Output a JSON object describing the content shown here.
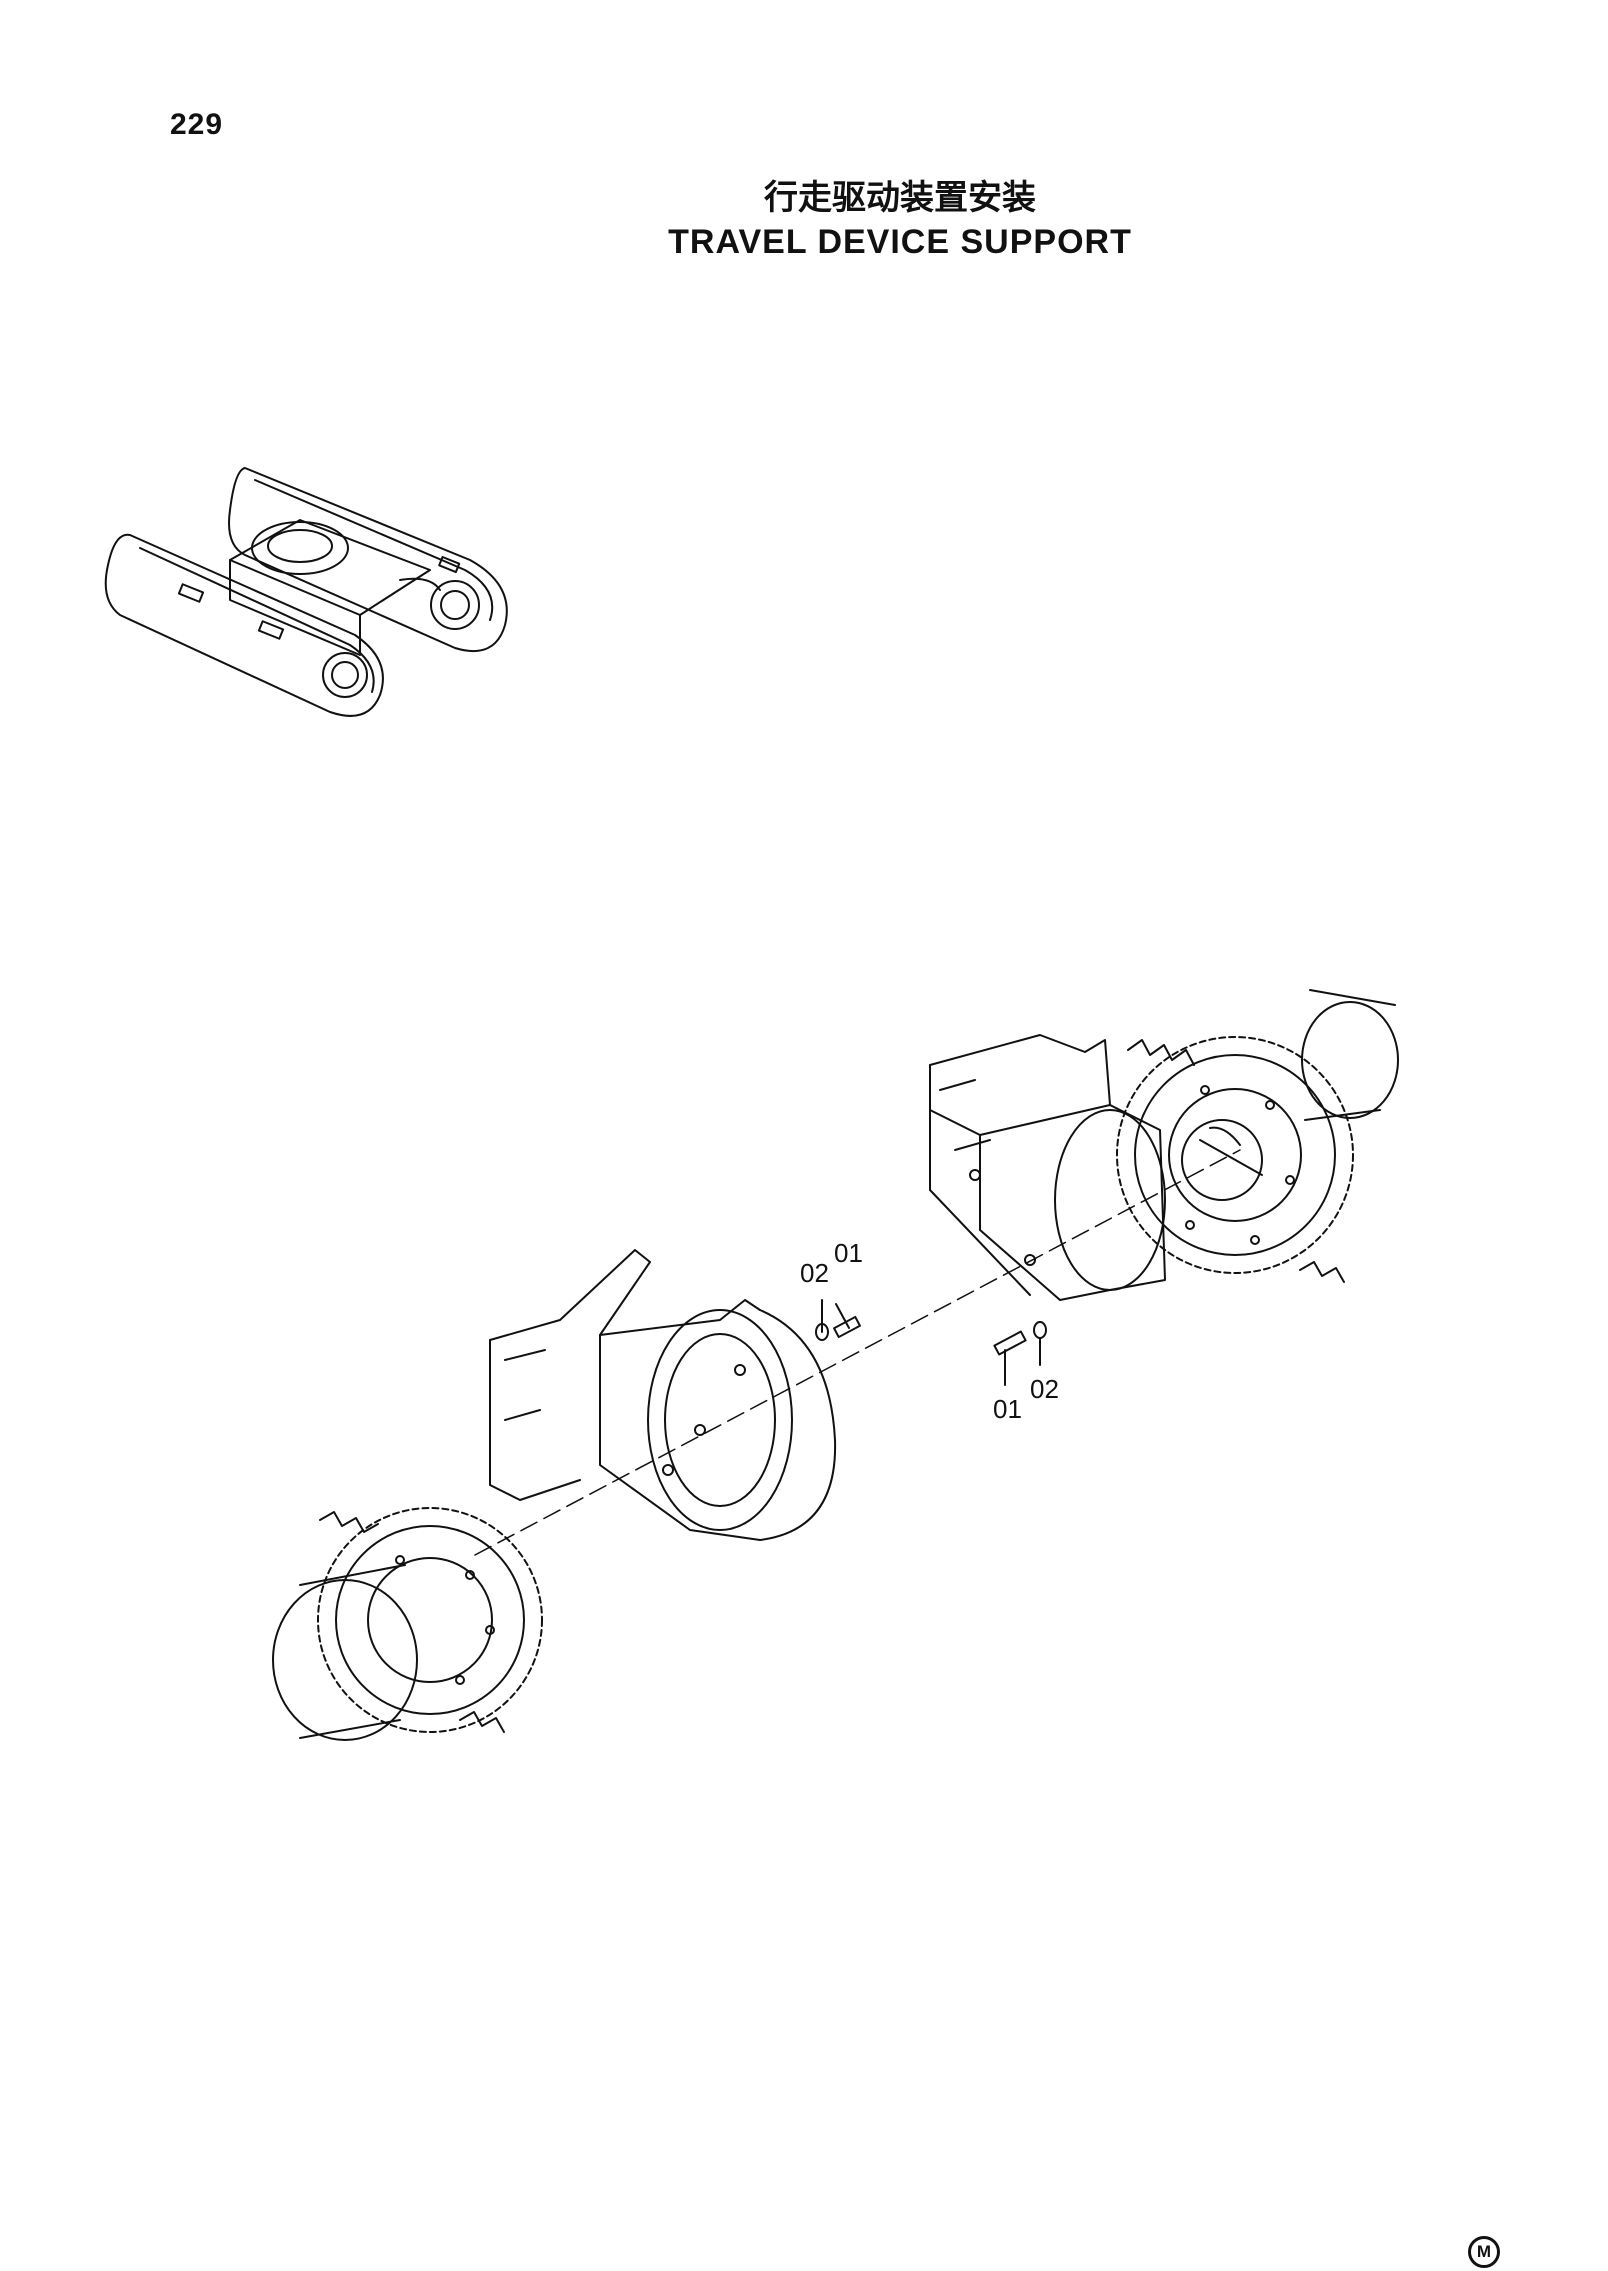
{
  "page": {
    "number": "229",
    "title_cn": "行走驱动装置安装",
    "title_en": "TRAVEL DEVICE SUPPORT",
    "corner_mark": "M"
  },
  "callouts": {
    "upper_washer": "02",
    "upper_bolt": "01",
    "lower_bolt": "01",
    "lower_washer": "02"
  },
  "colors": {
    "line": "#111111",
    "paper": "#ffffff"
  }
}
